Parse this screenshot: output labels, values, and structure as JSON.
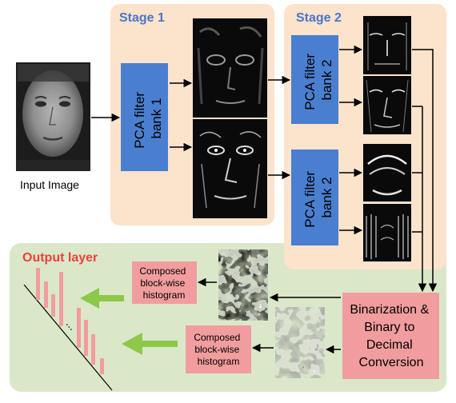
{
  "input": {
    "label": "Input Image"
  },
  "stage1": {
    "title": "Stage 1",
    "filter_bank": {
      "line1": "PCA filter",
      "line2": "bank 1"
    }
  },
  "stage2": {
    "title": "Stage 2",
    "filter_bank_top": {
      "line1": "PCA filter",
      "line2": "bank 2"
    },
    "filter_bank_bottom": {
      "line1": "PCA filter",
      "line2": "bank 2"
    }
  },
  "output": {
    "title": "Output layer",
    "binarization": {
      "line1": "Binarization &",
      "line2": "Binary to",
      "line3": "Decimal",
      "line4": "Conversion"
    },
    "hist_top": {
      "line1": "Composed",
      "line2": "block-wise",
      "line3": "histogram"
    },
    "hist_bottom": {
      "line1": "Composed",
      "line2": "block-wise",
      "line3": "histogram"
    },
    "ellipsis": "..."
  },
  "colors": {
    "stage_bg": "#fbe3cc",
    "output_bg": "#dbe7c9",
    "filter_box": "#4a7fd0",
    "salmon_box": "#f19d9d",
    "stage_title": "#4a76c8",
    "output_title": "#e8423c",
    "green_arrow": "#8dc84a"
  }
}
